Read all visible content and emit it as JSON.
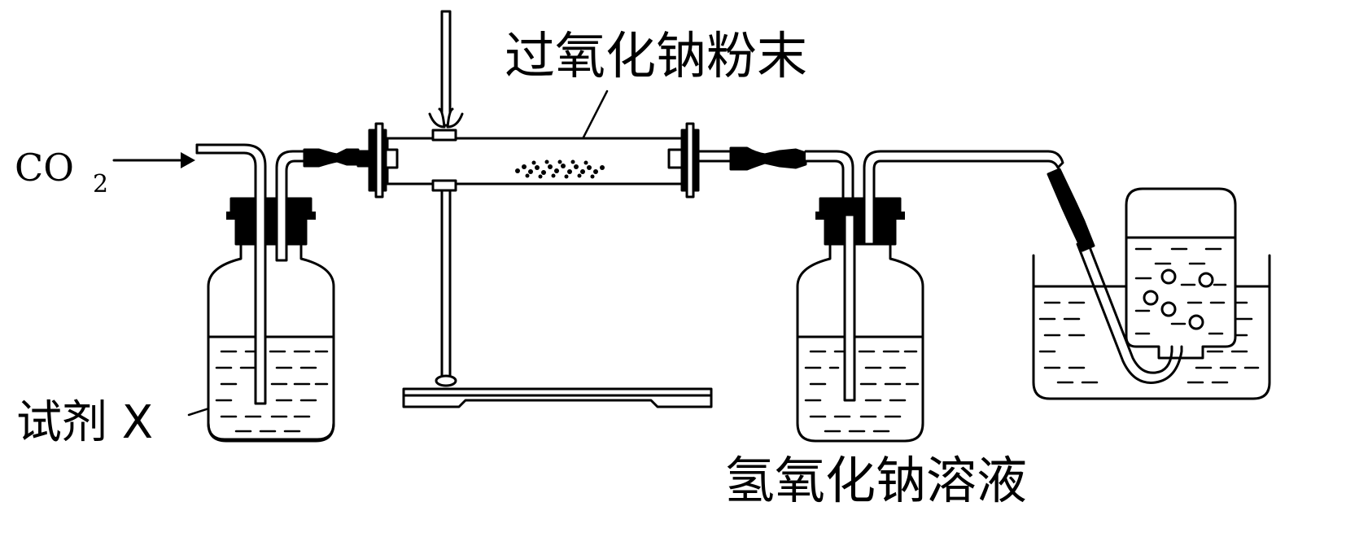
{
  "labels": {
    "gas_in_main": "CO",
    "gas_in_sub": "2",
    "powder": "过氧化钠粉末",
    "reagent": "试剂 X",
    "solution": "氢氧化钠溶液"
  },
  "colors": {
    "ink": "#000000",
    "paper": "#ffffff"
  }
}
